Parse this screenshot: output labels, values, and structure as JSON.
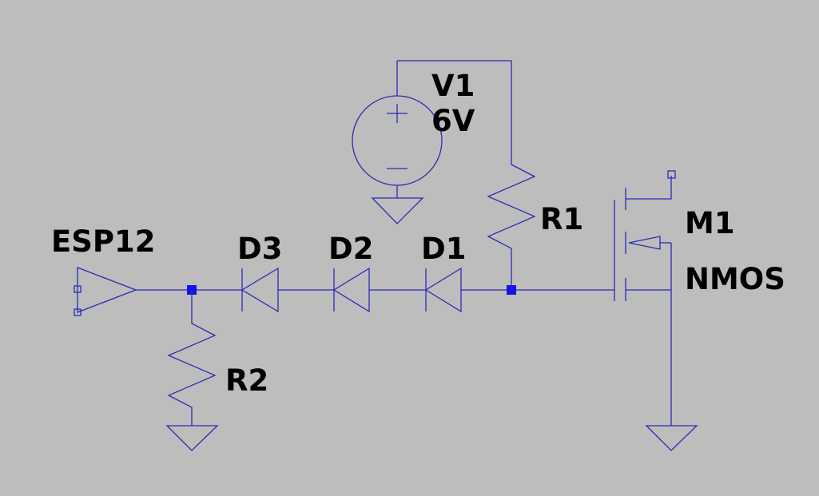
{
  "components": {
    "input_port": {
      "name": "ESP12"
    },
    "v1": {
      "name": "V1",
      "value": "6V",
      "plus_symbol": "+",
      "minus_symbol": "−"
    },
    "r1": {
      "name": "R1"
    },
    "r2": {
      "name": "R2"
    },
    "d1": {
      "name": "D1"
    },
    "d2": {
      "name": "D2"
    },
    "d3": {
      "name": "D3"
    },
    "m1": {
      "name": "M1",
      "type": "NMOS"
    }
  },
  "colors": {
    "background": "#bdbdbd",
    "wire": "#2b2bb5",
    "junction": "#1414e6",
    "label": "#000000"
  },
  "symbols": [
    "ground-icon",
    "diode-icon",
    "resistor-icon",
    "voltage-source-icon",
    "nmos-icon",
    "port-icon"
  ]
}
